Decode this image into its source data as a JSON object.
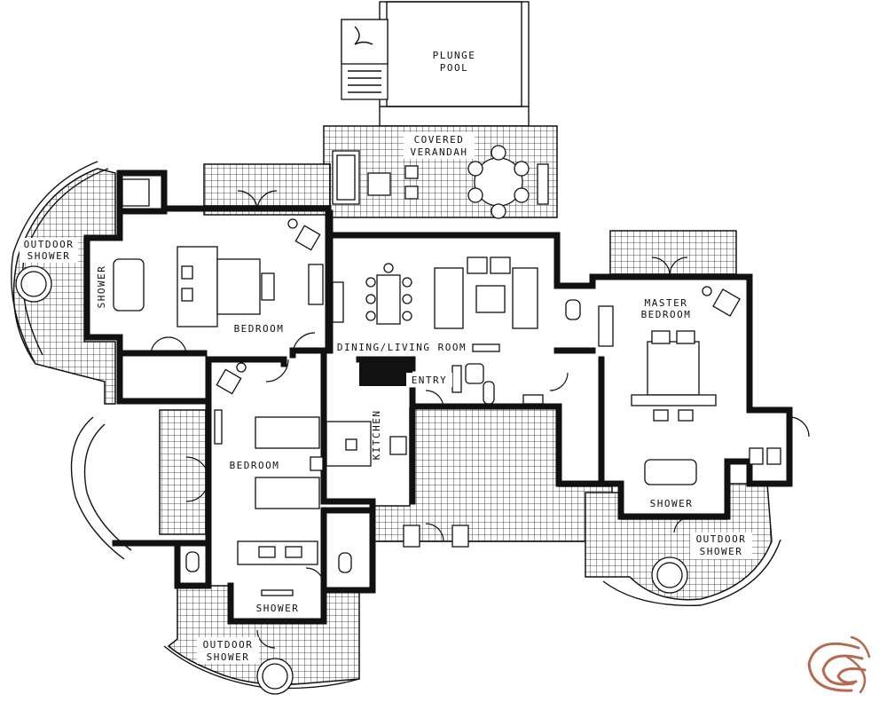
{
  "rooms": {
    "plunge_pool": [
      "PLUNGE",
      "POOL"
    ],
    "covered_verandah": [
      "COVERED",
      "VERANDAH"
    ],
    "outdoor_shower_west": [
      "OUTDOOR",
      "SHOWER"
    ],
    "shower_west": "SHOWER",
    "bedroom_northwest": "BEDROOM",
    "dining_living_room": "DINING/LIVING ROOM",
    "entry": "ENTRY",
    "kitchen": "KITCHEN",
    "bedroom_southwest": "BEDROOM",
    "shower_south": "SHOWER",
    "outdoor_shower_south": [
      "OUTDOOR",
      "SHOWER"
    ],
    "master_bedroom": [
      "MASTER",
      "BEDROOM"
    ],
    "shower_master": "SHOWER",
    "outdoor_shower_east": [
      "OUTDOOR",
      "SHOWER"
    ]
  },
  "logo": {
    "name": "swirl-logo",
    "color": "#b5694e"
  },
  "colors": {
    "ink": "#111111",
    "paper": "#ffffff"
  }
}
